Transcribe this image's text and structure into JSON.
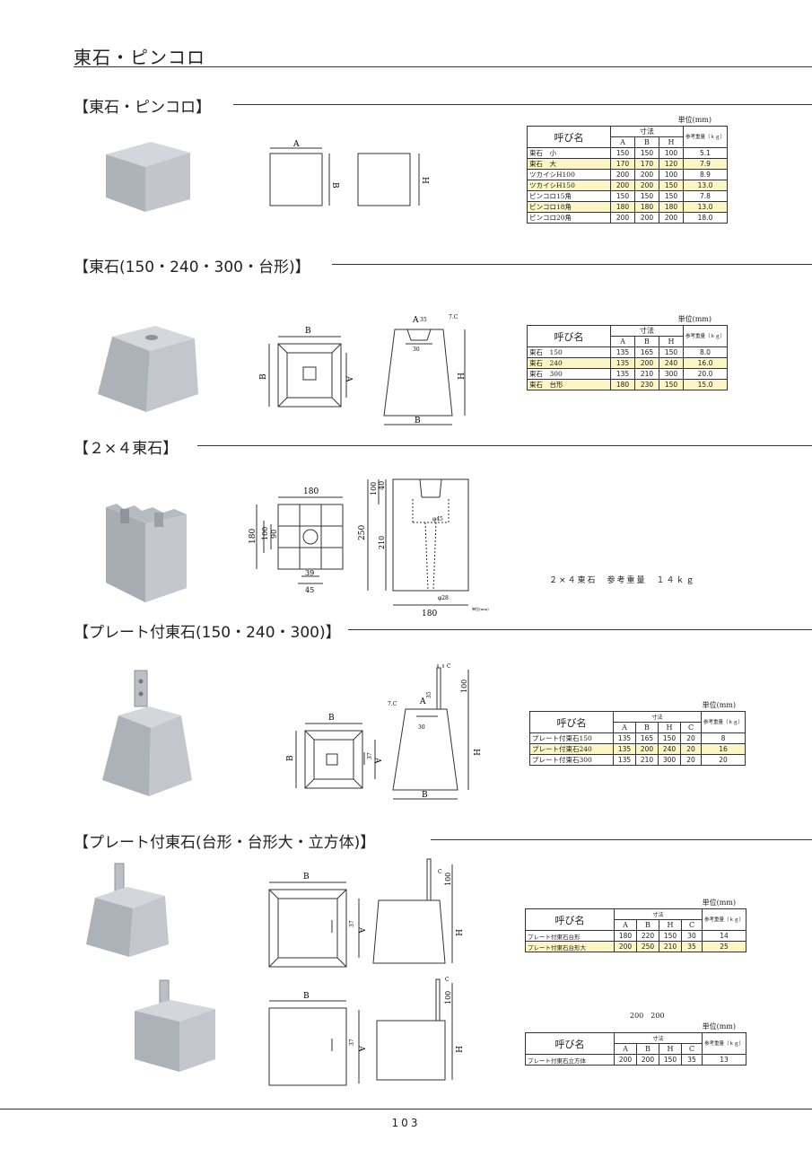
{
  "page": {
    "title": "東石・ピンコロ",
    "page_number": "103",
    "colors": {
      "highlight": "#fbf6c4",
      "concrete": "#b9bec6",
      "line": "#333333"
    }
  },
  "sec1": {
    "title": "【東石・ピンコロ】",
    "dims": {
      "a": "A",
      "b": "B",
      "h": "H"
    },
    "table": {
      "unit": "単位(mm)",
      "head_name": "呼び名",
      "head_dim": "寸法",
      "head_weight": "参考重量（ｋｇ）",
      "cols": [
        "A",
        "B",
        "H"
      ],
      "rows": [
        {
          "name": "東石　小",
          "values": [
            "150",
            "150",
            "100",
            "5.1"
          ]
        },
        {
          "name": "東石　大",
          "values": [
            "170",
            "170",
            "120",
            "7.9"
          ]
        },
        {
          "name": "ツカイシH100",
          "values": [
            "200",
            "200",
            "100",
            "8.9"
          ]
        },
        {
          "name": "ツカイシH150",
          "values": [
            "200",
            "200",
            "150",
            "13.0"
          ]
        },
        {
          "name": "ピンコロ15角",
          "values": [
            "150",
            "150",
            "150",
            "7.8"
          ]
        },
        {
          "name": "ピンコロ18角",
          "values": [
            "180",
            "180",
            "180",
            "13.0"
          ]
        },
        {
          "name": "ピンコロ20角",
          "values": [
            "200",
            "200",
            "200",
            "18.0"
          ]
        }
      ]
    }
  },
  "sec2": {
    "title": "【東石(150・240・300・台形)】",
    "dims": {
      "a": "A",
      "b": "B",
      "h": "H",
      "d1": "30",
      "d2": "35",
      "c": "7.C"
    },
    "table": {
      "unit": "単位(mm)",
      "head_name": "呼び名",
      "head_dim": "寸法",
      "head_weight": "参考重量（ｋｇ）",
      "cols": [
        "A",
        "B",
        "H"
      ],
      "rows": [
        {
          "name": "東石　150",
          "values": [
            "135",
            "165",
            "150",
            "8.0"
          ]
        },
        {
          "name": "東石　240",
          "values": [
            "135",
            "200",
            "240",
            "16.0"
          ]
        },
        {
          "name": "東石　300",
          "values": [
            "135",
            "210",
            "300",
            "20.0"
          ]
        },
        {
          "name": "東石　台形",
          "values": [
            "180",
            "230",
            "150",
            "15.0"
          ]
        }
      ]
    }
  },
  "sec3": {
    "title": "【２×４東石】",
    "dims": {
      "w180": "180",
      "s180": "180",
      "s100": "100",
      "s90": "90",
      "d39": "39",
      "d45": "45",
      "h250": "250",
      "h100": "100",
      "h40": "40",
      "h210": "210",
      "t45": "45",
      "t39": "39",
      "phi45": "φ45",
      "phi28": "φ28",
      "b180": "180"
    },
    "unit_small": "単位(mm)",
    "note": "２×４東石　参考重量　１４ｋｇ"
  },
  "sec4": {
    "title": "【プレート付東石(150・240・300)】",
    "dims": {
      "a": "A",
      "b": "B",
      "h": "H",
      "c": "C",
      "c2": "7.C",
      "d30": "30",
      "d35": "35",
      "d37": "37",
      "h100": "100"
    },
    "table": {
      "unit": "単位(mm)",
      "head_name": "呼び名",
      "head_dim": "寸法",
      "head_weight": "参考重量（ｋｇ）",
      "cols": [
        "A",
        "B",
        "H",
        "C"
      ],
      "rows": [
        {
          "name": "プレート付東石150",
          "values": [
            "135",
            "165",
            "150",
            "20",
            "8"
          ]
        },
        {
          "name": "プレート付東石240",
          "values": [
            "135",
            "200",
            "240",
            "20",
            "16"
          ]
        },
        {
          "name": "プレート付東石300",
          "values": [
            "135",
            "210",
            "300",
            "20",
            "20"
          ]
        }
      ]
    }
  },
  "sec5": {
    "title": "【プレート付東石(台形・台形大・立方体)】",
    "dims": {
      "a": "A",
      "b": "B",
      "h": "H",
      "c": "C",
      "d37": "37",
      "h100": "100"
    },
    "table1": {
      "unit": "単位(mm)",
      "head_name": "呼び名",
      "head_dim": "寸法",
      "head_weight": "参考重量（ｋｇ）",
      "cols": [
        "A",
        "B",
        "H",
        "C"
      ],
      "rows": [
        {
          "name": "プレート付東石台形",
          "values": [
            "180",
            "220",
            "150",
            "30",
            "14"
          ]
        },
        {
          "name": "プレート付東石台形大",
          "values": [
            "200",
            "250",
            "210",
            "35",
            "25"
          ]
        }
      ]
    },
    "stray_text": "200　200",
    "table2": {
      "unit": "単位(mm)",
      "head_name": "呼び名",
      "head_dim": "寸法",
      "head_weight": "参考重量（ｋｇ）",
      "cols": [
        "A",
        "B",
        "H",
        "C"
      ],
      "rows": [
        {
          "name": "プレート付東石立方体",
          "values": [
            "200",
            "200",
            "150",
            "35",
            "13"
          ]
        }
      ]
    }
  }
}
